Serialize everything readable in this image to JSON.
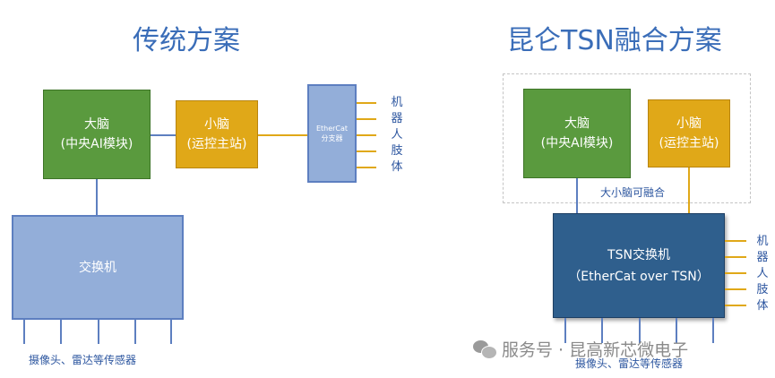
{
  "left": {
    "title": "传统方案",
    "brain_line1": "大脑",
    "brain_line2": "(中央AI模块)",
    "cerebellum_line1": "小脑",
    "cerebellum_line2": "(运控主站)",
    "ethercat_line1": "EtherCat",
    "ethercat_line2": "分支器",
    "limbs_label": "机器人肢体",
    "switch_label": "交换机",
    "sensors_label": "摄像头、雷达等传感器"
  },
  "right": {
    "title": "昆仑TSN融合方案",
    "brain_line1": "大脑",
    "brain_line2": "(中央AI模块)",
    "cerebellum_line1": "小脑",
    "cerebellum_line2": "(运控主站)",
    "merge_label": "大小脑可融合",
    "switch_line1": "TSN交换机",
    "switch_line2": "（EtherCat over TSN）",
    "limbs_label": "机器人肢体",
    "sensors_label": "摄像头、雷达等传感器"
  },
  "watermark": "服务号 · 昆高新芯微电子",
  "colors": {
    "title": "#3a6db8",
    "green": "#5a9a3e",
    "gold": "#e0a818",
    "light_blue": "#93aed9",
    "dark_blue": "#2f5f8d"
  }
}
